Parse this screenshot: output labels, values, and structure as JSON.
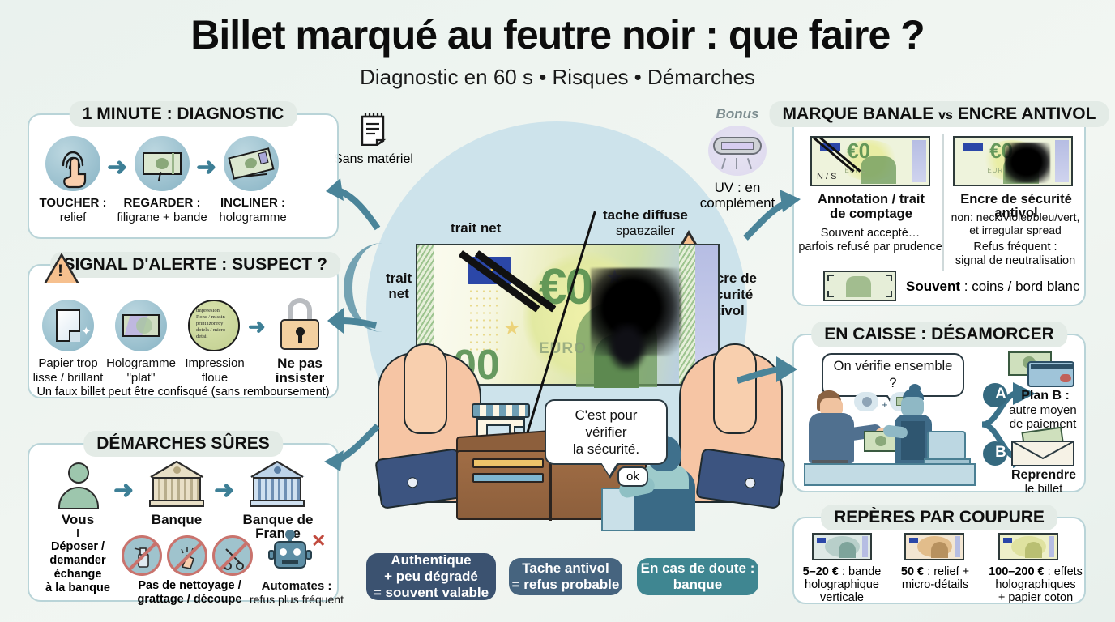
{
  "header": {
    "title": "Billet marqué au feutre noir : que faire ?",
    "subtitle": "Diagnostic en 60 s • Risques • Démarches"
  },
  "center": {
    "no_material_label": "Sans matériel",
    "no_material_icon": "notepad-icon",
    "bonus_label": "Bonus",
    "uv_caption": "UV : en complément",
    "uv_icon": "uv-lamp-icon",
    "callout_trait_net_top": "trait net",
    "callout_trait_net_left": "trait\nnet",
    "callout_tache_diffuse": "tache diffuse",
    "callout_tache_diffuse_sub": "spaɐzailer",
    "callout_encre": "encre de\nsécurité\nantivol",
    "note_value": "€0",
    "note_word": "EURO",
    "note_number": "00",
    "speech_bubble": "C'est pour vérifier\nla sécurité.",
    "ok_label": "ok"
  },
  "panel_diagnostic": {
    "title": "1 MINUTE : DIAGNOSTIC",
    "steps": [
      {
        "icon": "fingerprint-touch-icon",
        "title": "TOUCHER :",
        "sub": "relief"
      },
      {
        "icon": "banknote-watermark-icon",
        "title": "REGARDER :",
        "sub": "filigrane + bande"
      },
      {
        "icon": "tilted-banknote-hologram-icon",
        "title": "INCLINER :",
        "sub": "hologramme"
      }
    ],
    "arrow": "➜"
  },
  "panel_alerte": {
    "title": "SIGNAL D'ALERTE : SUSPECT ?",
    "warning_icon": "warning-triangle-icon",
    "items": [
      {
        "icon": "glossy-paper-icon",
        "line1": "Papier trop",
        "line2": "lisse / brillant"
      },
      {
        "icon": "flat-hologram-icon",
        "line1": "Hologramme",
        "line2": "\"plat\""
      },
      {
        "icon": "blurry-print-icon",
        "line1": "Impression",
        "line2": "floue",
        "inner_text": "tmpreesion Rone / missin print izonrcy dotela / micro-detail"
      }
    ],
    "result_icon": "padlock-icon",
    "result_line1": "Ne pas",
    "result_line2": "insister",
    "footnote": "Un faux billet peut être confisqué (sans remboursement)"
  },
  "panel_demarches": {
    "title": "DÉMARCHES SÛRES",
    "steps": [
      {
        "icon": "person-icon",
        "label": "Vous"
      },
      {
        "icon": "bank-icon",
        "label": "Banque"
      },
      {
        "icon": "bank-de-france-icon",
        "label": "Banque de France"
      }
    ],
    "note_vous": "Déposer /\ndemander\néchange\nà la banque",
    "forbidden_icons": [
      "spray-bottle-icon",
      "scrub-hand-icon",
      "scissors-icon"
    ],
    "forbidden_label": "Pas de nettoyage /\ngrattage / découpe",
    "robot_icon": "robot-icon",
    "robot_cross": "✕",
    "robot_label_b": "Automates :",
    "robot_label_n": "refus plus fréquent"
  },
  "panel_marque": {
    "title_a": "MARQUE BANALE",
    "title_vs": "vs",
    "title_b": "ENCRE ANTIVOL",
    "left": {
      "thumb": "banknote-with-pen-stroke-icon",
      "thumb_caption": "N / S",
      "h1": "Annotation / trait",
      "h2": "de comptage",
      "b1": "Souvent accepté…",
      "b2": "parfois refusé par prudence"
    },
    "right": {
      "thumb": "banknote-with-ink-blot-icon",
      "h1": "Encre de sécurité antivol",
      "b1": "non: neck/violet/bleu/vert,",
      "b2": "et irregular spread",
      "b3": "Refus fréquent :",
      "b4": "signal de neutralisation"
    },
    "footer_icon": "banknote-corner-icon",
    "footer_bold": "Souvent",
    "footer_rest": " : coins / bord blanc"
  },
  "panel_caisse": {
    "title": "EN CAISSE : DÉSAMORCER",
    "bubble": "On vérifie ensemble ?",
    "scene_icon": "customer-and-cashier-icon",
    "branch_a": "A",
    "branch_b": "B",
    "option_a_icon": "banknote-and-card-icon",
    "option_a_b": "Plan B :",
    "option_a_n": "autre moyen\nde paiement",
    "option_b_icon": "envelope-with-banknote-icon",
    "option_b_b": "Reprendre",
    "option_b_n": "le billet"
  },
  "panel_reperes": {
    "title": "REPÈRES PAR COUPURE",
    "items": [
      {
        "icon": "banknote-5-20-icon",
        "bold": "5–20 €",
        "rest": " : bande",
        "l2": "holographique",
        "l3": "verticale",
        "color": "#cfe0de"
      },
      {
        "icon": "banknote-50-icon",
        "bold": "50 €",
        "rest": " : relief +",
        "l2": "micro-détails",
        "l3": "",
        "color": "#e8cfa4"
      },
      {
        "icon": "banknote-100-200-icon",
        "bold": "100–200 €",
        "rest": " : effets",
        "l2": "holographiques",
        "l3": "+ papier coton",
        "color": "#e4e4ad"
      }
    ]
  },
  "bottom_bars": [
    {
      "text": "Authentique\n+ peu dégradé\n= souvent valable",
      "color": "#3b5270"
    },
    {
      "text": "Tache antivol\n= refus probable",
      "color": "#46647f"
    },
    {
      "text": "En cas de doute :\nbanque",
      "color": "#3f8691"
    }
  ],
  "colors": {
    "accent_teal": "#3d7f96",
    "panel_border": "#b9d4d8",
    "disc": "#c9e1ea",
    "header_chip": "#e3ebe6"
  }
}
